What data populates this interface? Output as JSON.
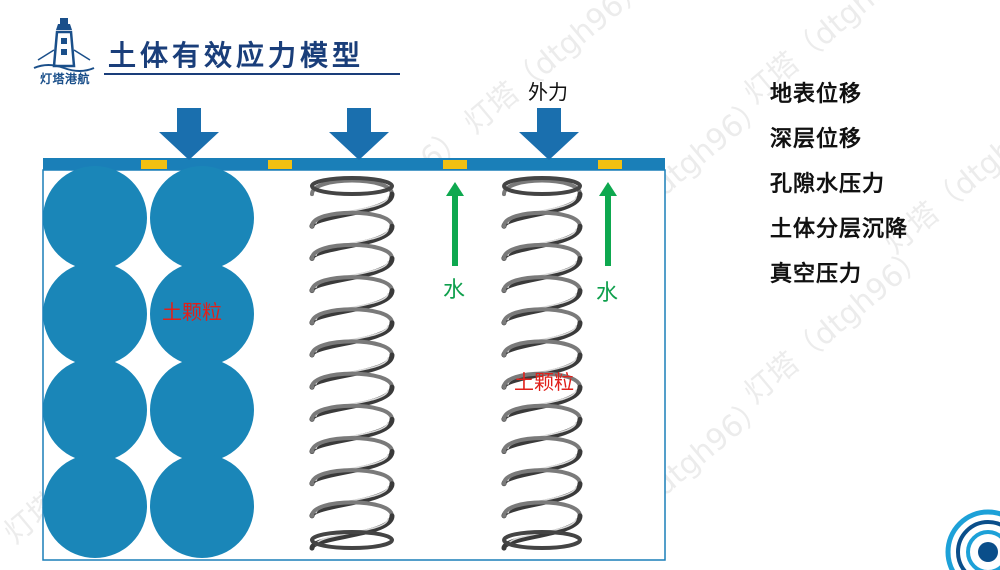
{
  "header": {
    "title": "土体有效应力模型",
    "logo_text": "灯塔港航"
  },
  "diagram": {
    "force_label": "外力",
    "water_label_1": "水",
    "water_label_2": "水",
    "soil_label_1": "土颗粒",
    "soil_label_2": "土颗粒"
  },
  "side_list": {
    "items": [
      "地表位移",
      "深层位移",
      "孔隙水压力",
      "土体分层沉降",
      "真空压力"
    ]
  },
  "watermark": {
    "text": "灯塔（dtgh96）"
  },
  "colors": {
    "soil_blue": "#1a86b8",
    "plate_blue": "#1a7fb8",
    "arrow_blue": "#1a6fae",
    "water_green": "#0ea84f",
    "pad_yellow": "#f2c012",
    "title_navy": "#1a3e7a"
  }
}
